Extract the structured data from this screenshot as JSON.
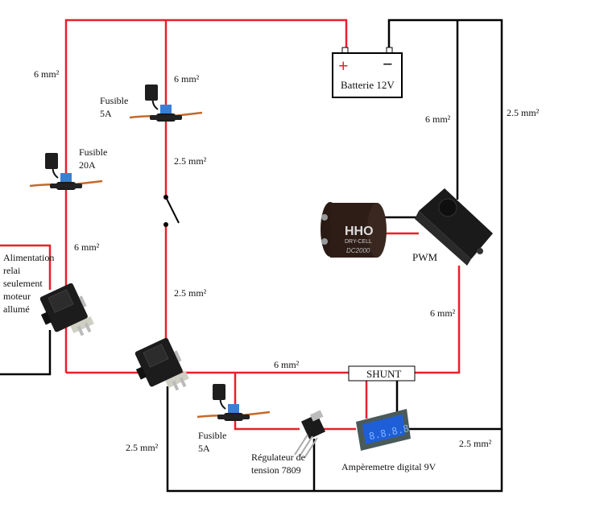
{
  "colors": {
    "positive_wire": "#e8202a",
    "negative_wire": "#000000",
    "fuse_blue": "#3a7fd5",
    "display_blue": "#1e5fd8"
  },
  "battery": {
    "plus": "+",
    "minus": "−",
    "label": "Batterie 12V"
  },
  "labels": {
    "wire_left_top": "6 mm²",
    "wire_mid_top": "6 mm²",
    "fuse_top_line1": "Fusible",
    "fuse_top_line2": "5A",
    "fuse_left_line1": "Fusible",
    "fuse_left_line2": "20A",
    "wire_switch": "2.5 mm²",
    "wire_left_mid": "6 mm²",
    "wire_switch_low": "2.5 mm²",
    "relay_supply": [
      "Alimentation",
      "relai",
      "seulement",
      "moteur",
      "allumé"
    ],
    "wire_pwm_neg": "6 mm²",
    "wire_right": "2.5 mm²",
    "pwm": "PWM",
    "hho_brand": "HHO",
    "hho_sub": "DRY-CELL",
    "hho_model": "DC2000",
    "wire_pwm_pos": "6 mm²",
    "wire_bottom": "6 mm²",
    "shunt": "SHUNT",
    "wire_ground_left": "2.5 mm²",
    "fuse_bottom_line1": "Fusible",
    "fuse_bottom_line2": "5A",
    "regulator_line1": "Régulateur de",
    "regulator_line2": "tension 7809",
    "ammeter": "Ampèremetre digital 9V",
    "wire_ground_right": "2.5 mm²"
  }
}
